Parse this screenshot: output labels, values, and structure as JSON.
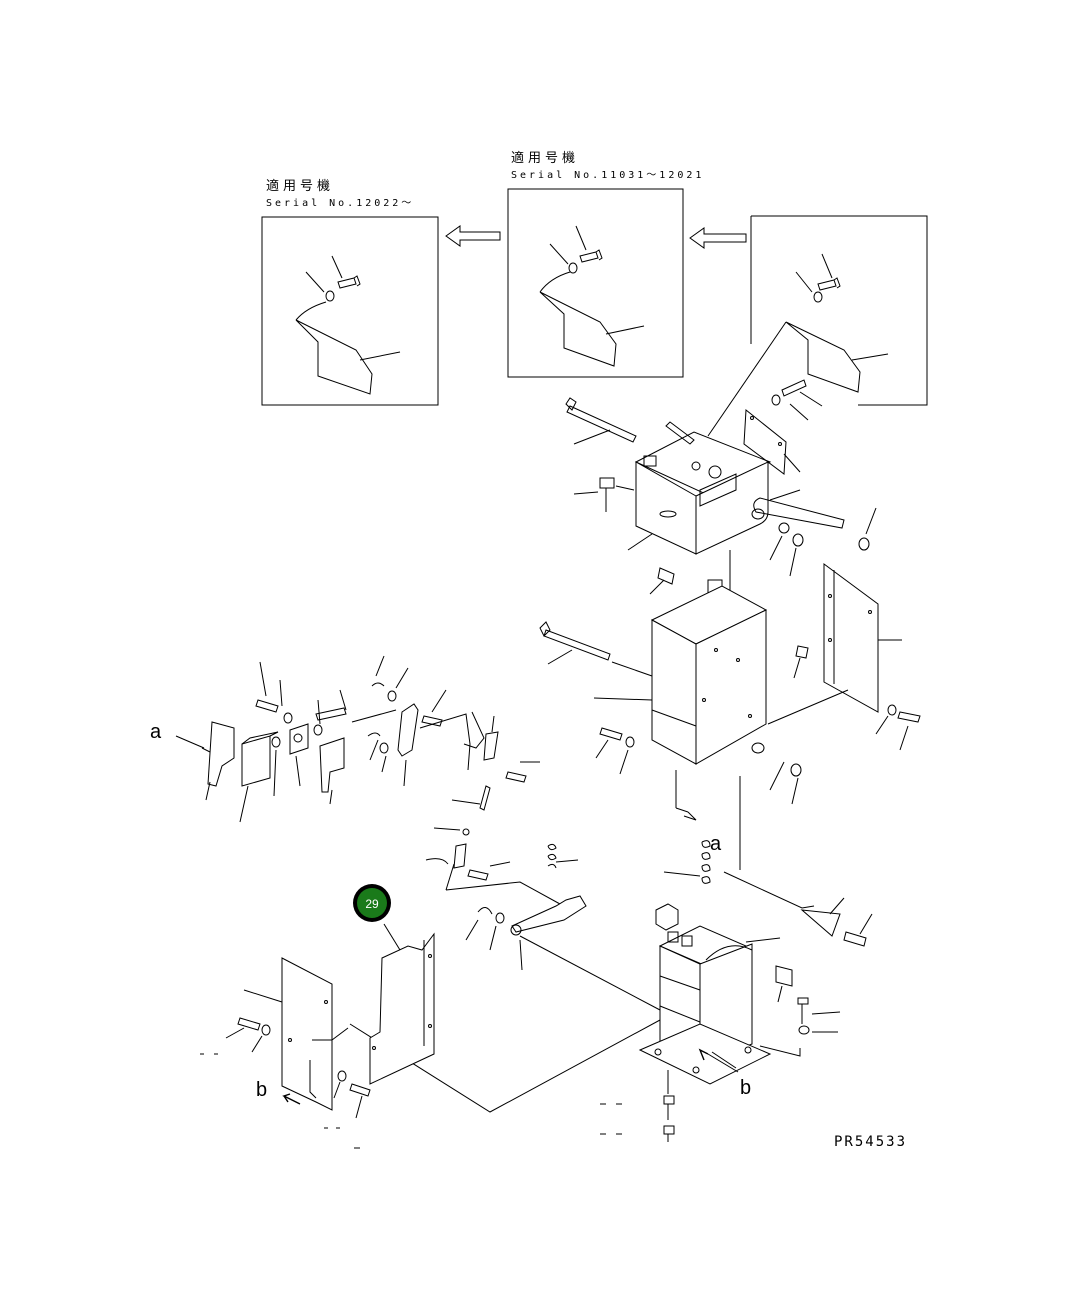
{
  "insets": [
    {
      "applicable_label": "適用号機",
      "serial_label": "Serial No.12022〜"
    },
    {
      "applicable_label": "適用号機",
      "serial_label": "Serial No.11031〜12021"
    }
  ],
  "markers": {
    "a_top": "a",
    "a_right": "a",
    "b_left": "b",
    "b_right": "b"
  },
  "callout": {
    "number": "29",
    "color": "#1a7a1a"
  },
  "drawing_code": "PR54533"
}
